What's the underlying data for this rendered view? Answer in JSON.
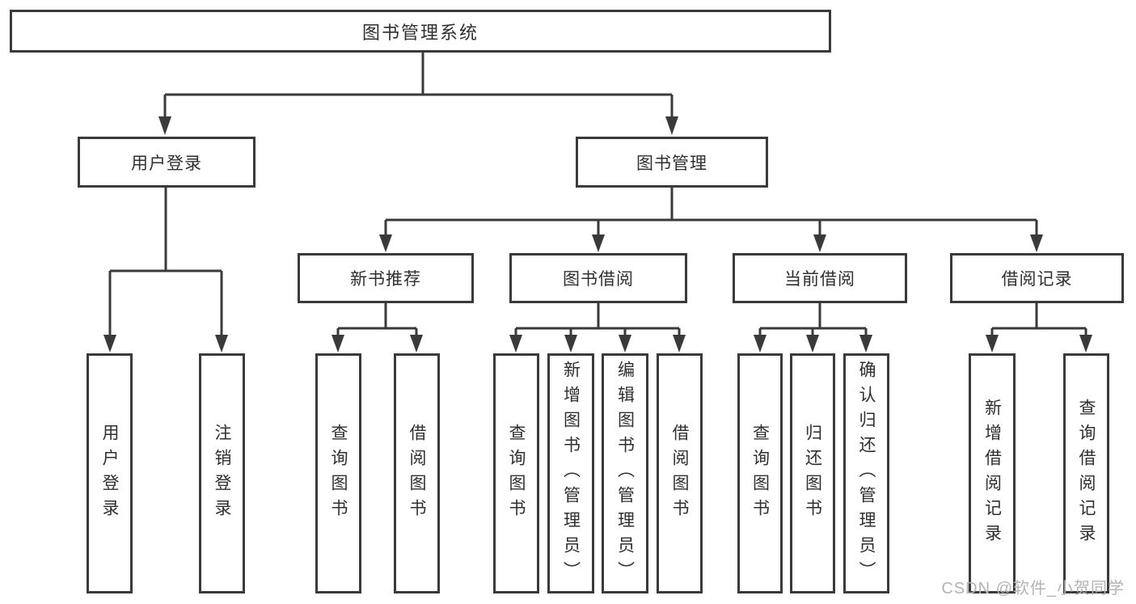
{
  "diagram": {
    "colors": {
      "stroke": "#3a3a3a",
      "text": "#2f2f2f",
      "watermark": "#b3b3b3",
      "background": "#ffffff"
    },
    "watermark": "CSDN @软件_小贺同学",
    "tree": {
      "root": {
        "label": "图书管理系统"
      },
      "children": [
        {
          "label": "用户登录",
          "children": [
            {
              "label": "用户登录"
            },
            {
              "label": "注销登录"
            }
          ]
        },
        {
          "label": "图书管理",
          "children": [
            {
              "label": "新书推荐",
              "children": [
                {
                  "label": "查询图书"
                },
                {
                  "label": "借阅图书"
                }
              ]
            },
            {
              "label": "图书借阅",
              "children": [
                {
                  "label": "查询图书"
                },
                {
                  "label": "新增图书（管理员）"
                },
                {
                  "label": "编辑图书（管理员）"
                },
                {
                  "label": "借阅图书"
                }
              ]
            },
            {
              "label": "当前借阅",
              "children": [
                {
                  "label": "查询图书"
                },
                {
                  "label": "归还图书"
                },
                {
                  "label": "确认归还（管理员）"
                }
              ]
            },
            {
              "label": "借阅记录",
              "children": [
                {
                  "label": "新增借阅记录"
                },
                {
                  "label": "查询借阅记录"
                }
              ]
            }
          ]
        }
      ]
    }
  }
}
